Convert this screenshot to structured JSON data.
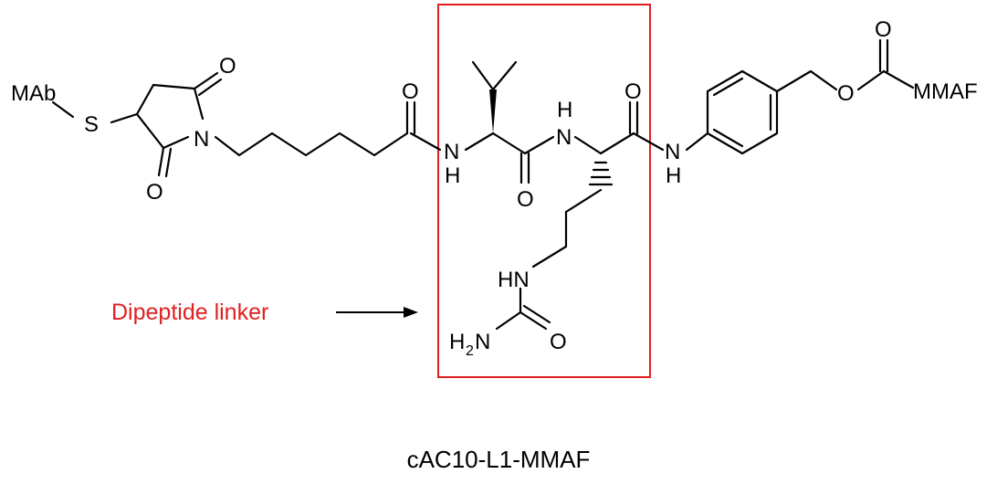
{
  "molecule": {
    "caption": "cAC10-L1-MMAF",
    "labels": {
      "mab": "MAb",
      "s": "S",
      "n_ring": "N",
      "o": "O",
      "n": "N",
      "h": "H",
      "hn": "HN",
      "mmaf": "MMAF",
      "h2": "H",
      "h2_sub": "2",
      "h2n_n": "N"
    }
  },
  "annotation": {
    "text": "Dipeptide linker",
    "color": "#e02020"
  },
  "highlight_box": {
    "color": "#e02020"
  }
}
